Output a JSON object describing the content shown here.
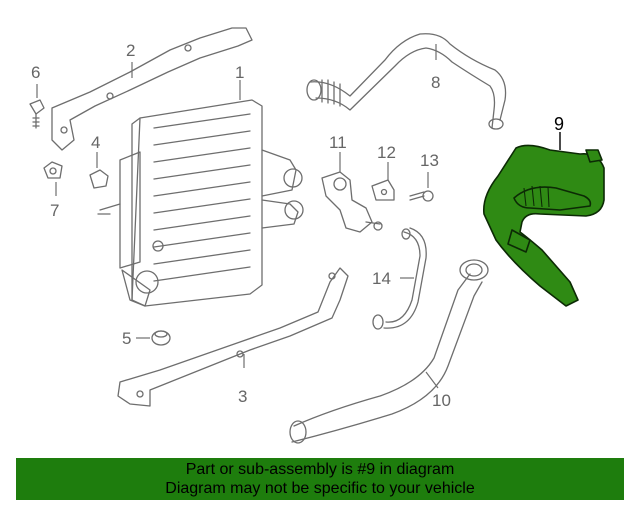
{
  "callouts": {
    "c1": "1",
    "c2": "2",
    "c3": "3",
    "c4": "4",
    "c5": "5",
    "c6": "6",
    "c7": "7",
    "c8": "8",
    "c9": "9",
    "c10": "10",
    "c11": "11",
    "c12": "12",
    "c13": "13",
    "c14": "14"
  },
  "highlight": {
    "part": "9",
    "color": "#2f8a14"
  },
  "banner": {
    "line1": "Part or sub-assembly is #9 in diagram",
    "line2": "Diagram may not be specific to your vehicle",
    "background": "#1e7d0d"
  }
}
